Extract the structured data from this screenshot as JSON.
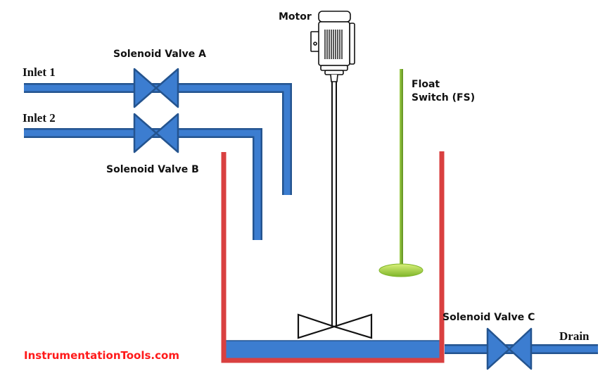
{
  "labels": {
    "motor": "Motor",
    "valve_a": "Solenoid Valve A",
    "valve_b": "Solenoid Valve B",
    "valve_c": "Solenoid Valve C",
    "inlet_1": "Inlet 1",
    "inlet_2": "Inlet 2",
    "float_line1": "Float",
    "float_line2": "Switch (FS)",
    "drain": "Drain",
    "watermark": "InstrumentationTools.com"
  },
  "colors": {
    "pipe": "#3c7dd0",
    "pipe_edge": "#24548f",
    "tank": "#d94040",
    "liquid": "#3c7dd0",
    "float": "#8cc63f",
    "watermark": "#ff1a1a"
  }
}
